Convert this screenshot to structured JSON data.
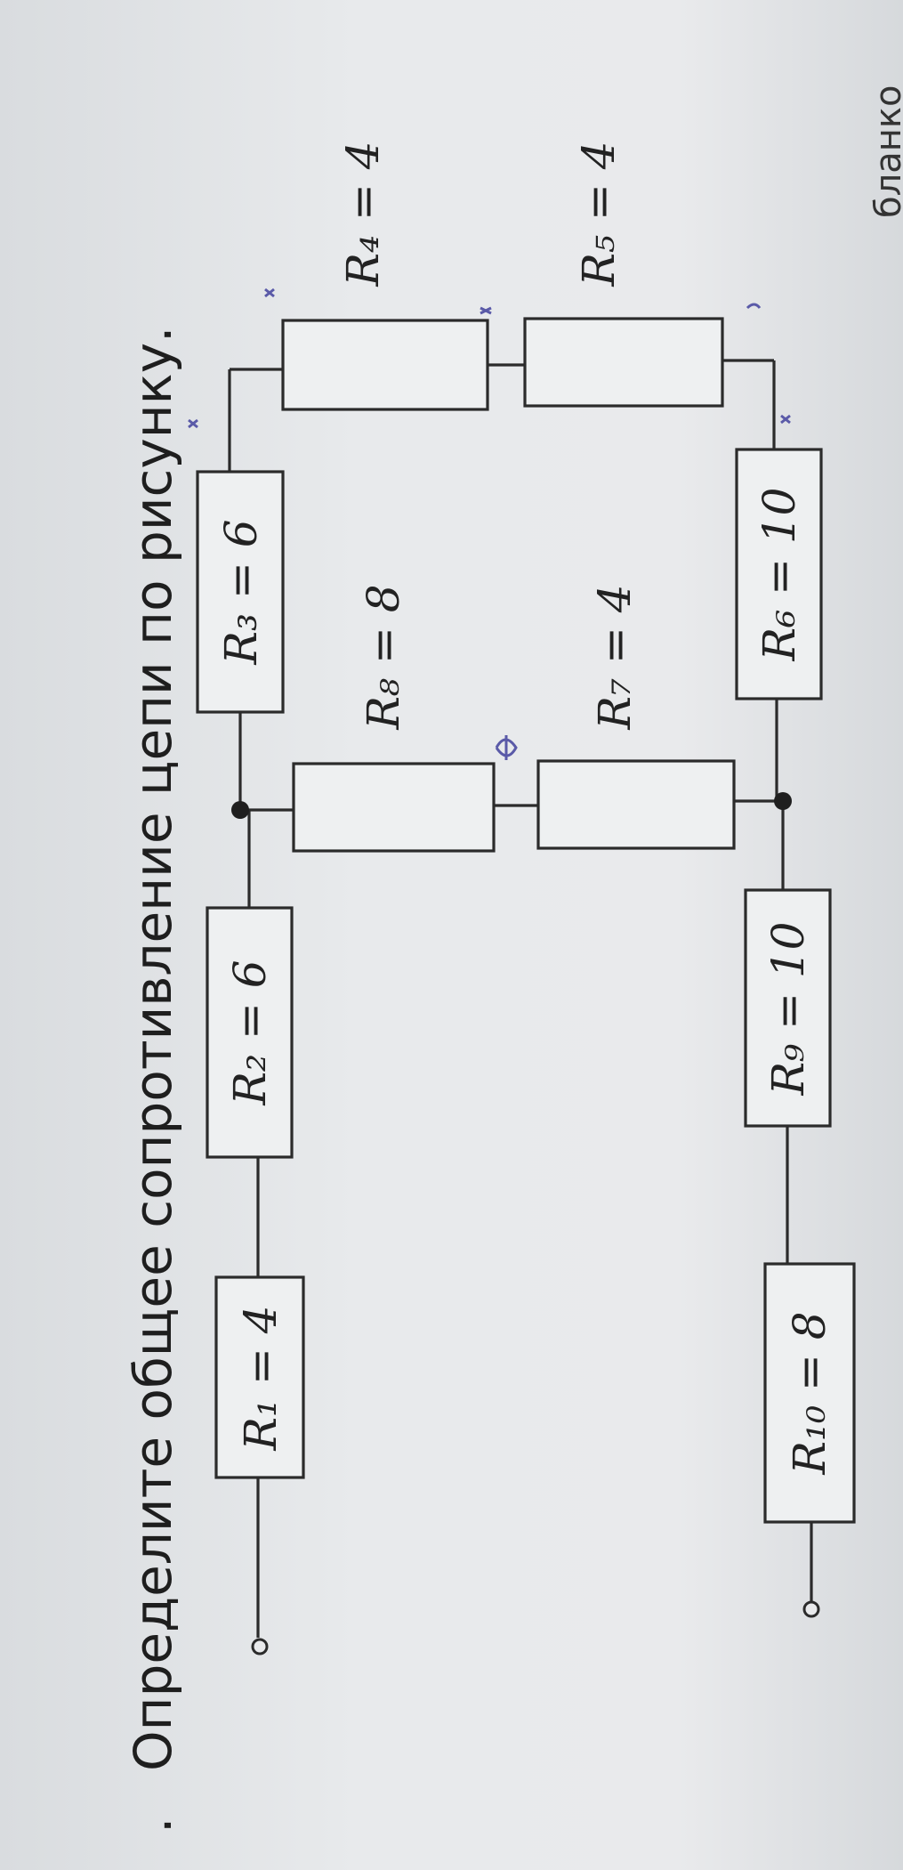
{
  "task": {
    "marker": ".",
    "text": "Определите общее сопротивление цепи по рисунку."
  },
  "resistors": {
    "r1": "R₁ = 4",
    "r2": "R₂ = 6",
    "r3": "R₃ = 6",
    "r4": "R₄ = 4",
    "r5": "R₅ = 4",
    "r6": "R₆ = 10",
    "r7": "R₇ = 4",
    "r8": "R₈ = 8",
    "r9": "R₉ = 10",
    "r10": "R₁₀ = 8"
  },
  "corner_text": "бланко"
}
